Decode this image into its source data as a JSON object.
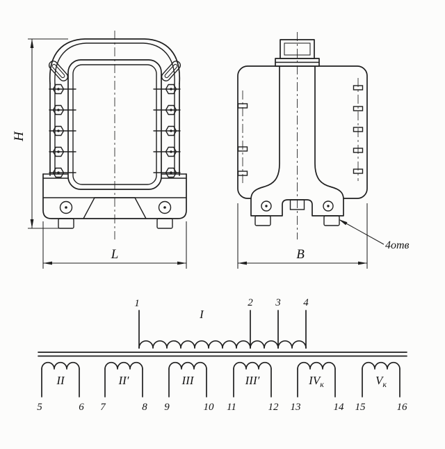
{
  "colors": {
    "ink": "#1f1f1f",
    "paper": "#fcfcfb"
  },
  "views": {
    "front": {
      "height_dim_label": "H",
      "length_dim_label": "L"
    },
    "side": {
      "width_dim_label": "B",
      "holes_note": "4отв"
    }
  },
  "schematic": {
    "primary": {
      "label": "I",
      "terminals": [
        "1",
        "2",
        "3",
        "4"
      ]
    },
    "secondaries": [
      {
        "label": "II",
        "sub": "",
        "terminals": [
          "5",
          "6"
        ]
      },
      {
        "label": "II′",
        "sub": "",
        "terminals": [
          "7",
          "8"
        ]
      },
      {
        "label": "III",
        "sub": "",
        "terminals": [
          "9",
          "10"
        ]
      },
      {
        "label": "III′",
        "sub": "",
        "terminals": [
          "11",
          "12"
        ]
      },
      {
        "label": "IV",
        "sub": "к",
        "terminals": [
          "13",
          "14"
        ]
      },
      {
        "label": "V",
        "sub": "к",
        "terminals": [
          "15",
          "16"
        ]
      }
    ]
  }
}
